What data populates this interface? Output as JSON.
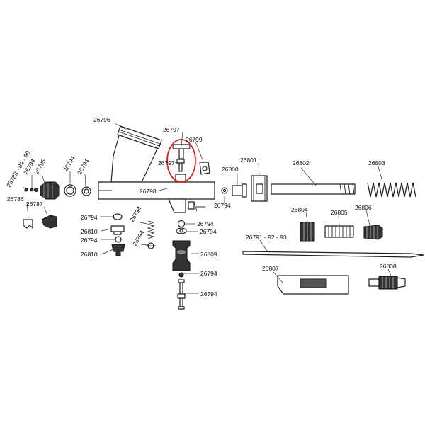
{
  "parts": {
    "p26796": "26796",
    "p26797a": "26797",
    "p26797b": "26797",
    "p26799": "26799",
    "p26798": "26798",
    "p26788": "26788 - 89 - 90",
    "p26794_l1": "26794",
    "p26795": "26795",
    "p26794_l2": "26794",
    "p26794_l3": "26794",
    "p26786": "26786",
    "p26787": "26787",
    "p26794_r1": "26794",
    "p26800": "26800",
    "p26801": "26801",
    "p26802": "26802",
    "p26803": "26803",
    "p26794_b1": "26794",
    "p26794_b2": "26794",
    "p26810a": "26810",
    "p26794_b3": "26794",
    "p26794_b4": "26794",
    "p26810b": "26810",
    "p26794_c1": "26794",
    "p26794_c2": "26794",
    "p26809": "26809",
    "p26794_c3": "26794",
    "p26794_c4": "26794",
    "p26804": "26804",
    "p26805": "26805",
    "p26806": "26806",
    "p26791": "26791 - 92 - 93",
    "p26807": "26807",
    "p26808": "26808"
  },
  "highlight_color": "#d62020"
}
